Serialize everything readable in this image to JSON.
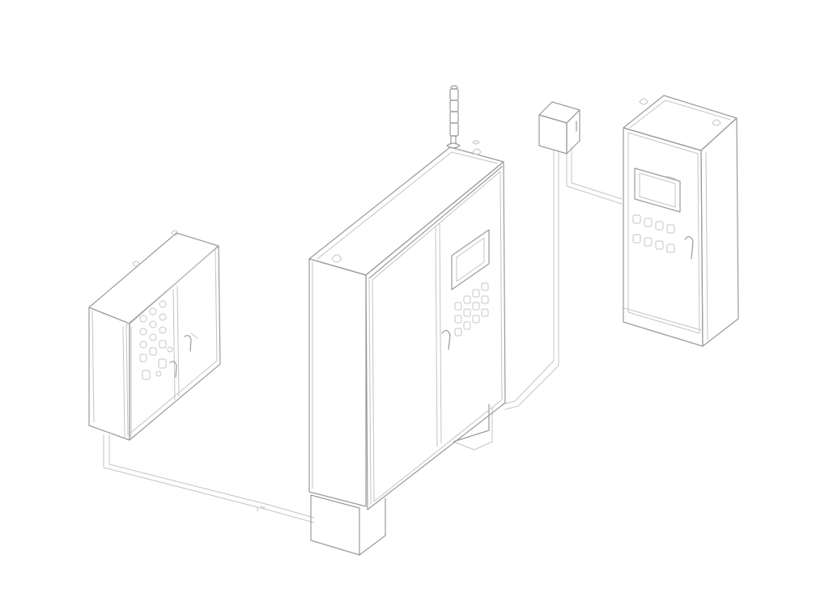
{
  "colors": {
    "background": "#ffffff",
    "line": "#9a9a9a",
    "line_light": "#c4c4c4",
    "line_dark": "#6e6e6e",
    "face": "#ffffff"
  },
  "diagram": {
    "subject": "control-panel-enclosures",
    "left_enclosure": {
      "door_count": 2,
      "button_rows": 4,
      "buttons_per_row": 3,
      "handle_count": 2
    },
    "center_cabinet": {
      "door_count": 2,
      "button_rows": 3,
      "buttons_per_row": 4,
      "handle_count": 1,
      "has_display": true,
      "signal_tower_tiers": 4
    },
    "right_cabinet": {
      "door_count": 1,
      "button_rows": 2,
      "buttons_per_row": 4,
      "handle_count": 1,
      "has_display": true
    },
    "junction_box": {
      "count": 1
    }
  }
}
